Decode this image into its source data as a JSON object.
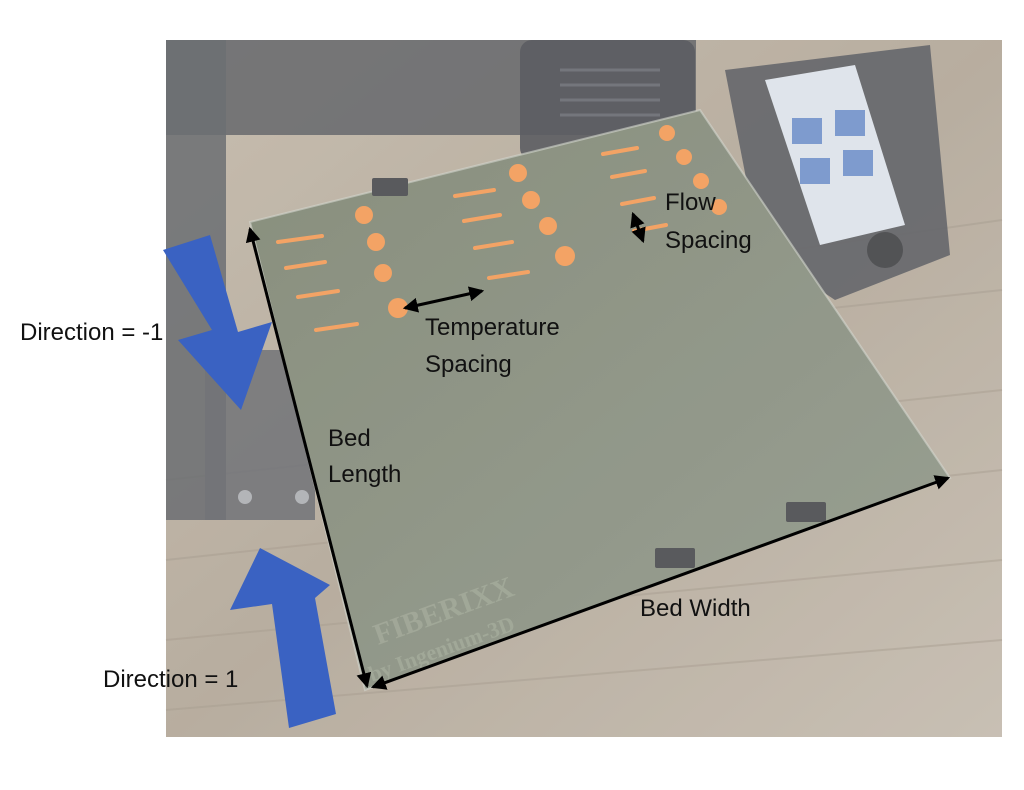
{
  "labels": {
    "direction_neg": "Direction = -1",
    "direction_pos": "Direction = 1",
    "bed_length_1": "Bed",
    "bed_length_2": "Length",
    "bed_width": "Bed Width",
    "temp_spacing_1": "Temperature",
    "temp_spacing_2": "Spacing",
    "flow_spacing_1": "Flow",
    "flow_spacing_2": "Spacing"
  },
  "watermark": {
    "line1": "FIBERIXX",
    "line2": "by Ingenium-3D"
  },
  "colors": {
    "arrow_blue": "#3a62c2",
    "annotation": "#000000",
    "bed_surface": "#6d7562",
    "filament": "#f08a3a",
    "wood": "#a99a86"
  }
}
